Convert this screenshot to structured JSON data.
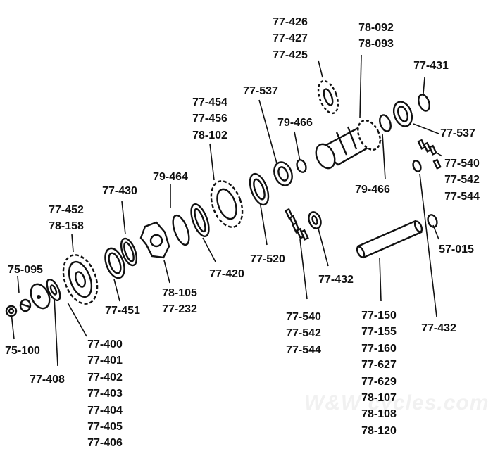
{
  "diagram": {
    "labels": {
      "l_77426": [
        "77-426",
        "77-427",
        "77-425"
      ],
      "l_78092": [
        "78-092",
        "78-093"
      ],
      "l_77431": [
        "77-431"
      ],
      "l_77537a": [
        "77-537"
      ],
      "l_77537b": [
        "77-537"
      ],
      "l_77454": [
        "77-454",
        "77-456",
        "78-102"
      ],
      "l_79466a": [
        "79-466"
      ],
      "l_79466b": [
        "79-466"
      ],
      "l_77540a": [
        "77-540",
        "77-542",
        "77-544"
      ],
      "l_77540b": [
        "77-540",
        "77-542",
        "77-544"
      ],
      "l_79464": [
        "79-464"
      ],
      "l_77430": [
        "77-430"
      ],
      "l_77452": [
        "77-452",
        "78-158"
      ],
      "l_75095": [
        "75-095"
      ],
      "l_75100": [
        "75-100"
      ],
      "l_77408": [
        "77-408"
      ],
      "l_77400": [
        "77-400",
        "77-401",
        "77-402",
        "77-403",
        "77-404",
        "77-405",
        "77-406"
      ],
      "l_77451": [
        "77-451"
      ],
      "l_78105": [
        "78-105",
        "77-232"
      ],
      "l_77420": [
        "77-420"
      ],
      "l_77520": [
        "77-520"
      ],
      "l_77432a": [
        "77-432"
      ],
      "l_77432b": [
        "77-432"
      ],
      "l_57015": [
        "57-015"
      ],
      "l_77150": [
        "77-150",
        "77-155",
        "77-160",
        "77-627",
        "77-629",
        "78-107",
        "78-108",
        "78-120"
      ]
    },
    "watermark": "W&W cycles.com"
  }
}
